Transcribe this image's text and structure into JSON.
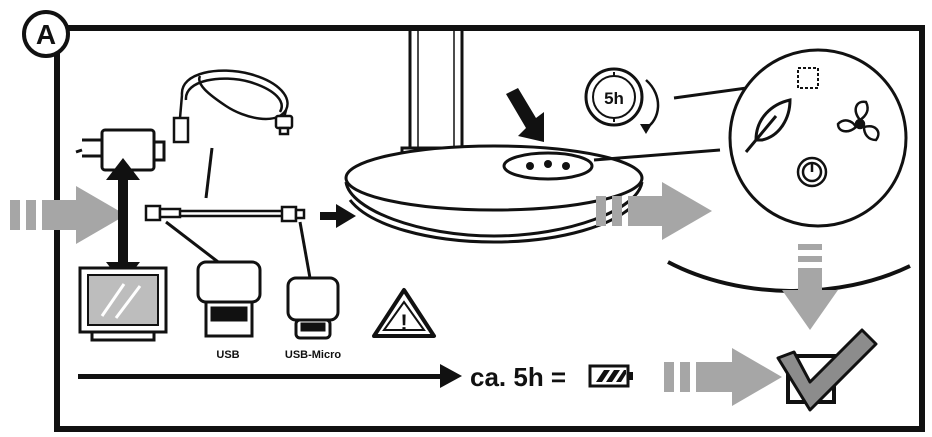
{
  "panel": {
    "label": "A",
    "usb_label": "USB",
    "usb_micro_label": "USB-Micro",
    "timer_label": "5h",
    "charge_text": "ca. 5h =",
    "warning_symbol": "!"
  },
  "icons": [
    "wall-charger-icon",
    "computer-monitor-icon",
    "usb-cable-icon",
    "usb-plug-icon",
    "usb-micro-plug-icon",
    "fan-base-icon",
    "timer-icon",
    "leaf-icon",
    "fan-icon",
    "power-icon",
    "warning-icon",
    "battery-full-icon",
    "checkmark-icon"
  ],
  "colors": {
    "ink": "#111111",
    "arrow_gray": "#a6a6a6",
    "screen_gray": "#bdbdbd",
    "check_gray": "#8c8c8c"
  }
}
